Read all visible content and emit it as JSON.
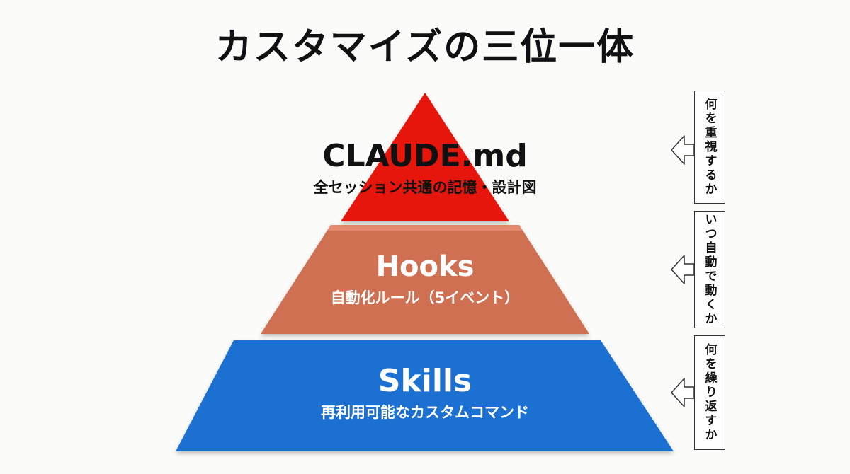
{
  "title": "カスタマイズの三位一体",
  "pyramid": {
    "tiers": [
      {
        "name": "CLAUDE.md",
        "description": "全セッション共通の記憶・設計図",
        "color": "#e6170f",
        "side_label": "何を重視するか"
      },
      {
        "name": "Hooks",
        "description": "自動化ルール（5イベント）",
        "color": "#cf6f52",
        "side_label": "いつ自動で動くか"
      },
      {
        "name": "Skills",
        "description": "再利用可能なカスタムコマンド",
        "color": "#1f6fd1",
        "side_label": "何を繰り返すか"
      }
    ]
  }
}
